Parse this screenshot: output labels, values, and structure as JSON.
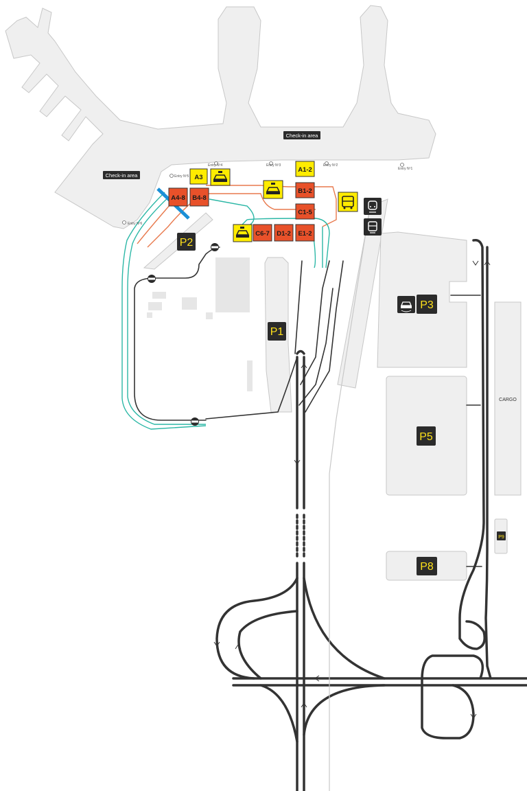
{
  "terminal": {
    "checkin_left": "Check-in area",
    "checkin_center": "Check-in area",
    "entries": [
      "Entry Nº1",
      "Entry Nº2",
      "Entry Nº3",
      "Entry Nº4",
      "Entry Nº5",
      "Entry Nº6"
    ]
  },
  "stops": {
    "a3": "A3",
    "a1_2": "A1-2",
    "b1_2": "B1-2",
    "c1_5": "C1-5",
    "a4_8": "A4-8",
    "b4_8": "B4-8",
    "c6_7": "C6-7",
    "d1_2": "D1-2",
    "e1_2": "E1-2"
  },
  "parking": {
    "p1": "P1",
    "p2": "P2",
    "p3": "P3",
    "p5": "P5",
    "p8": "P8",
    "p9": "P9"
  },
  "areas": {
    "cargo": "CARGO"
  },
  "icons": [
    "taxi-icon",
    "bus-icon",
    "train-icon",
    "car-rental-icon",
    "parking-gate-icon"
  ],
  "colors": {
    "terminal_fill": "#efefef",
    "road": "#333333",
    "bus_stop_orange": "#e8512a",
    "taxi_yellow": "#ffec00",
    "route_orange": "#e8794d",
    "route_teal": "#2bb7a6",
    "crosswalk_blue": "#1a8fd6",
    "label_bg": "#2b2b2b",
    "parking_label_text": "#ffe11a"
  }
}
